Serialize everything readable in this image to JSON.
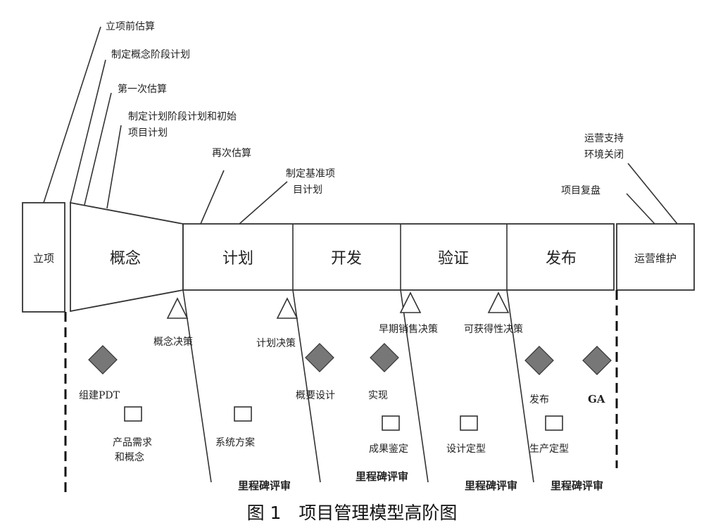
{
  "phases": {
    "initiation": "立项",
    "concept": "概念",
    "plan": "计划",
    "develop": "开发",
    "verify": "验证",
    "release": "发布",
    "operations": "运营维护"
  },
  "annotations": {
    "pre_estimate": "立项前估算",
    "concept_plan": "制定概念阶段计划",
    "first_estimate": "第一次估算",
    "plan_stage_line1": "制定计划阶段计划和初始",
    "plan_stage_line2": "项目计划",
    "re_estimate": "再次估算",
    "baseline_line1": "制定基准项",
    "baseline_line2": "目计划",
    "ops_support_line1": "运营支持",
    "ops_support_line2": "环境关闭",
    "project_review": "项目复盘"
  },
  "decisions": {
    "concept": "概念决策",
    "plan": "计划决策",
    "early_sales": "早期销售决策",
    "availability": "可获得性决策"
  },
  "milestones": {
    "pdt": "组建PDT",
    "outline_design": "概要设计",
    "implementation": "实现",
    "release": "发布",
    "ga": "GA"
  },
  "deliverables": {
    "requirements_line1": "产品需求",
    "requirements_line2": "和概念",
    "system_solution": "系统方案",
    "result_appraisal": "成果鉴定",
    "design_finalize": "设计定型",
    "production_finalize": "生产定型"
  },
  "reviews": {
    "r1": "里程碑评审",
    "r2": "里程碑评审",
    "r3": "里程碑评审",
    "r4": "里程碑评审"
  },
  "caption": "图 1　项目管理模型高阶图"
}
